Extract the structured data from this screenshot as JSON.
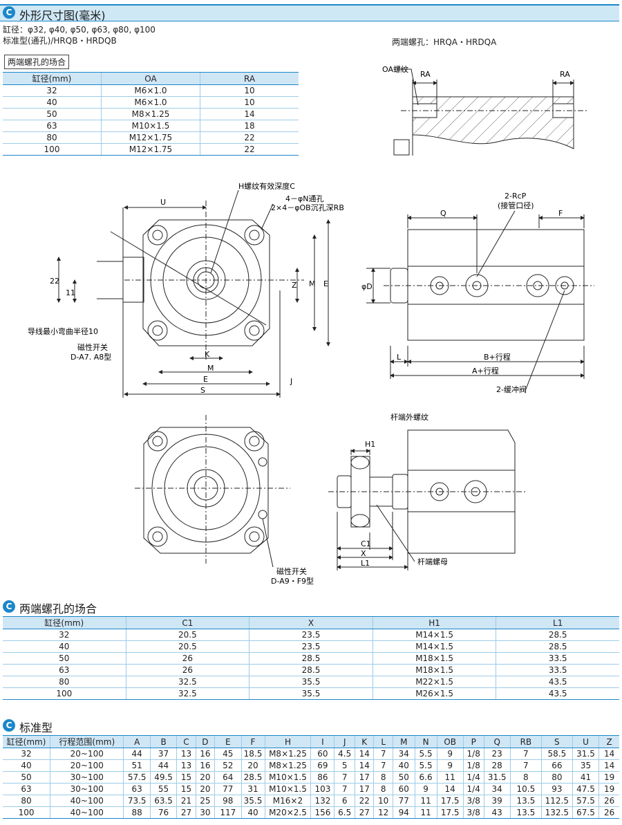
{
  "header": {
    "badge": "C",
    "title": "外形尺寸图(毫米)"
  },
  "bore_line": "缸径：φ32, φ40, φ50, φ63, φ80, φ100",
  "standard_line": "标准型(通孔)/HRQB・HRDQB",
  "both_end_tap_line": "两端螺孔：HRQA・HRDQA",
  "small_table": {
    "label": "两端螺孔的场合",
    "headers": [
      "缸径(mm)",
      "OA",
      "RA"
    ],
    "rows": [
      [
        "32",
        "M6×1.0",
        "10"
      ],
      [
        "40",
        "M6×1.0",
        "10"
      ],
      [
        "50",
        "M8×1.25",
        "14"
      ],
      [
        "63",
        "M10×1.5",
        "18"
      ],
      [
        "80",
        "M12×1.75",
        "22"
      ],
      [
        "100",
        "M12×1.75",
        "22"
      ]
    ]
  },
  "drawing_labels": {
    "oa_thread": "OA螺纹",
    "ra": "RA",
    "h_thread": "H螺纹有效深度C",
    "n_hole": "4－φN通孔",
    "ob_counterbore": "2×4－φOB沉孔深RB",
    "u": "U",
    "dim_22": "22",
    "dim_11": "11",
    "z": "Z",
    "m": "M",
    "e": "E",
    "k": "K",
    "s": "S",
    "j": "J",
    "lead_wire": "导线最小弯曲半径10",
    "switch1_title": "磁性开关",
    "switch1_model": "D-A7. A8型",
    "rcp": "2-RcP",
    "rcp_note": "(接管口径)",
    "q": "Q",
    "f": "F",
    "phi_d": "φD",
    "l": "L",
    "b_stroke": "B+行程",
    "a_stroke": "A+行程",
    "cushion": "2-缓冲阀",
    "rod_end_thread": "杆端外螺纹",
    "h1": "H1",
    "c1": "C1",
    "x": "X",
    "l1": "L1",
    "rod_nut": "杆端螺母",
    "switch2_title": "磁性开关",
    "switch2_model": "D-A9・F9型"
  },
  "section2": {
    "badge": "C",
    "title": "两端螺孔的场合",
    "headers": [
      "缸径(mm)",
      "C1",
      "X",
      "H1",
      "L1"
    ],
    "rows": [
      [
        "32",
        "20.5",
        "23.5",
        "M14×1.5",
        "28.5"
      ],
      [
        "40",
        "20.5",
        "23.5",
        "M14×1.5",
        "28.5"
      ],
      [
        "50",
        "26",
        "28.5",
        "M18×1.5",
        "33.5"
      ],
      [
        "63",
        "26",
        "28.5",
        "M18×1.5",
        "33.5"
      ],
      [
        "80",
        "32.5",
        "35.5",
        "M22×1.5",
        "43.5"
      ],
      [
        "100",
        "32.5",
        "35.5",
        "M26×1.5",
        "43.5"
      ]
    ]
  },
  "section3": {
    "badge": "C",
    "title": "标准型",
    "headers": [
      "缸径(mm)",
      "行程范围(mm)",
      "A",
      "B",
      "C",
      "D",
      "E",
      "F",
      "H",
      "I",
      "J",
      "K",
      "L",
      "M",
      "N",
      "OB",
      "P",
      "Q",
      "RB",
      "S",
      "U",
      "Z"
    ],
    "rows": [
      [
        "32",
        "20~100",
        "44",
        "37",
        "13",
        "16",
        "45",
        "18.5",
        "M8×1.25",
        "60",
        "4.5",
        "14",
        "7",
        "34",
        "5.5",
        "9",
        "1/8",
        "23",
        "7",
        "58.5",
        "31.5",
        "14"
      ],
      [
        "40",
        "20~100",
        "51",
        "44",
        "13",
        "16",
        "52",
        "20",
        "M8×1.25",
        "69",
        "5",
        "14",
        "7",
        "40",
        "5.5",
        "9",
        "1/8",
        "28",
        "7",
        "66",
        "35",
        "14"
      ],
      [
        "50",
        "30~100",
        "57.5",
        "49.5",
        "15",
        "20",
        "64",
        "28.5",
        "M10×1.5",
        "86",
        "7",
        "17",
        "8",
        "50",
        "6.6",
        "11",
        "1/4",
        "31.5",
        "8",
        "80",
        "41",
        "19"
      ],
      [
        "63",
        "30~100",
        "63",
        "55",
        "15",
        "20",
        "77",
        "31",
        "M10×1.5",
        "103",
        "7",
        "17",
        "8",
        "60",
        "9",
        "14",
        "1/4",
        "34",
        "10.5",
        "93",
        "47.5",
        "19"
      ],
      [
        "80",
        "40~100",
        "73.5",
        "63.5",
        "21",
        "25",
        "98",
        "35.5",
        "M16×2",
        "132",
        "6",
        "22",
        "10",
        "77",
        "11",
        "17.5",
        "3/8",
        "39",
        "13.5",
        "112.5",
        "57.5",
        "26"
      ],
      [
        "100",
        "40~100",
        "88",
        "76",
        "27",
        "30",
        "117",
        "40",
        "M20×2.5",
        "156",
        "6.5",
        "27",
        "12",
        "94",
        "11",
        "17.5",
        "3/8",
        "43",
        "13.5",
        "132.5",
        "67.5",
        "26"
      ]
    ]
  }
}
